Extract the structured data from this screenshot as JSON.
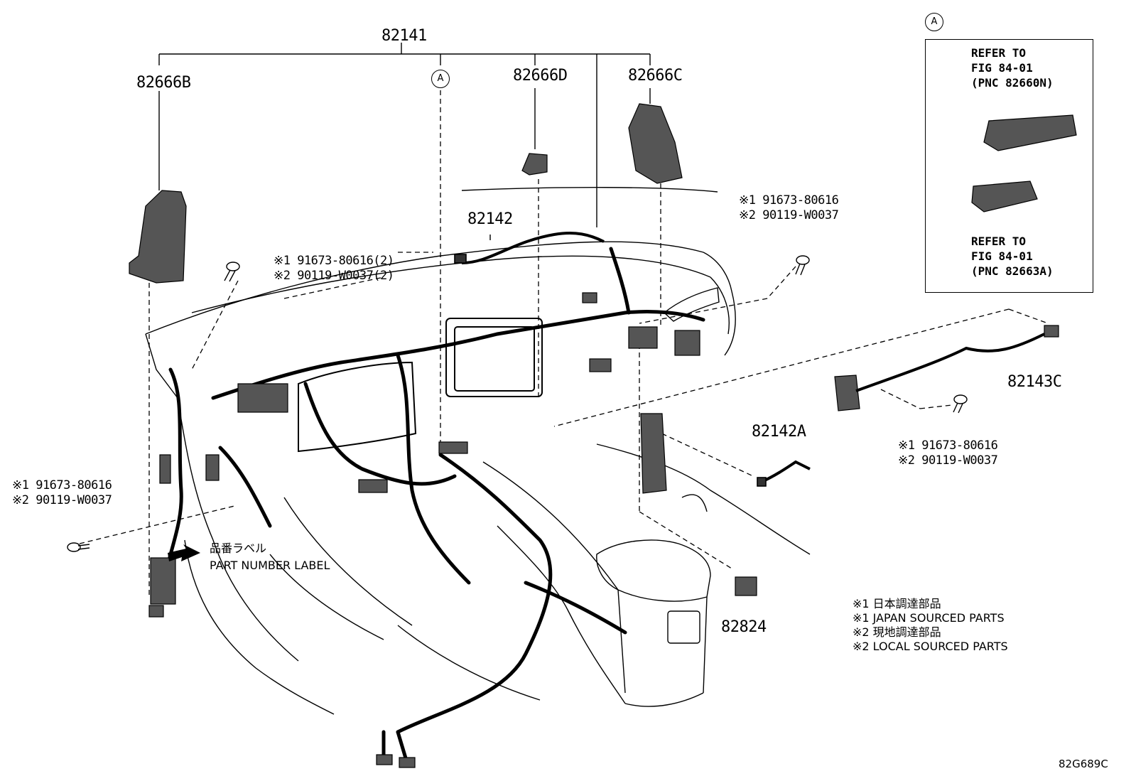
{
  "callouts": {
    "assembly": "82141",
    "p82666B": "82666B",
    "p82666D": "82666D",
    "p82666C": "82666C",
    "p82142": "82142",
    "p82142A": "82142A",
    "p82143C": "82143C",
    "p82824": "82824",
    "ref_a_top": "A",
    "ref_a_box": "A"
  },
  "fastener_labels": {
    "top_center": [
      "※1 91673-80616(2)",
      "※2 90119-W0037(2)"
    ],
    "top_right": [
      "※1 91673-80616",
      "※2 90119-W0037"
    ],
    "left": [
      "※1 91673-80616",
      "※2 90119-W0037"
    ],
    "right_lower": [
      "※1 91673-80616",
      "※2 90119-W0037"
    ]
  },
  "part_number_label": {
    "jp": "品番ラベル",
    "en": "PART NUMBER LABEL"
  },
  "reference_box": {
    "upper": [
      "REFER TO",
      "FIG 84-01",
      "(PNC 82660N)"
    ],
    "lower": [
      "REFER TO",
      "FIG 84-01",
      "(PNC 82663A)"
    ]
  },
  "legend": [
    "※1 日本調達部品",
    "※1 JAPAN SOURCED PARTS",
    "※2 現地調達部品",
    "※2 LOCAL SOURCED PARTS"
  ],
  "diagram_code": "82G689C"
}
